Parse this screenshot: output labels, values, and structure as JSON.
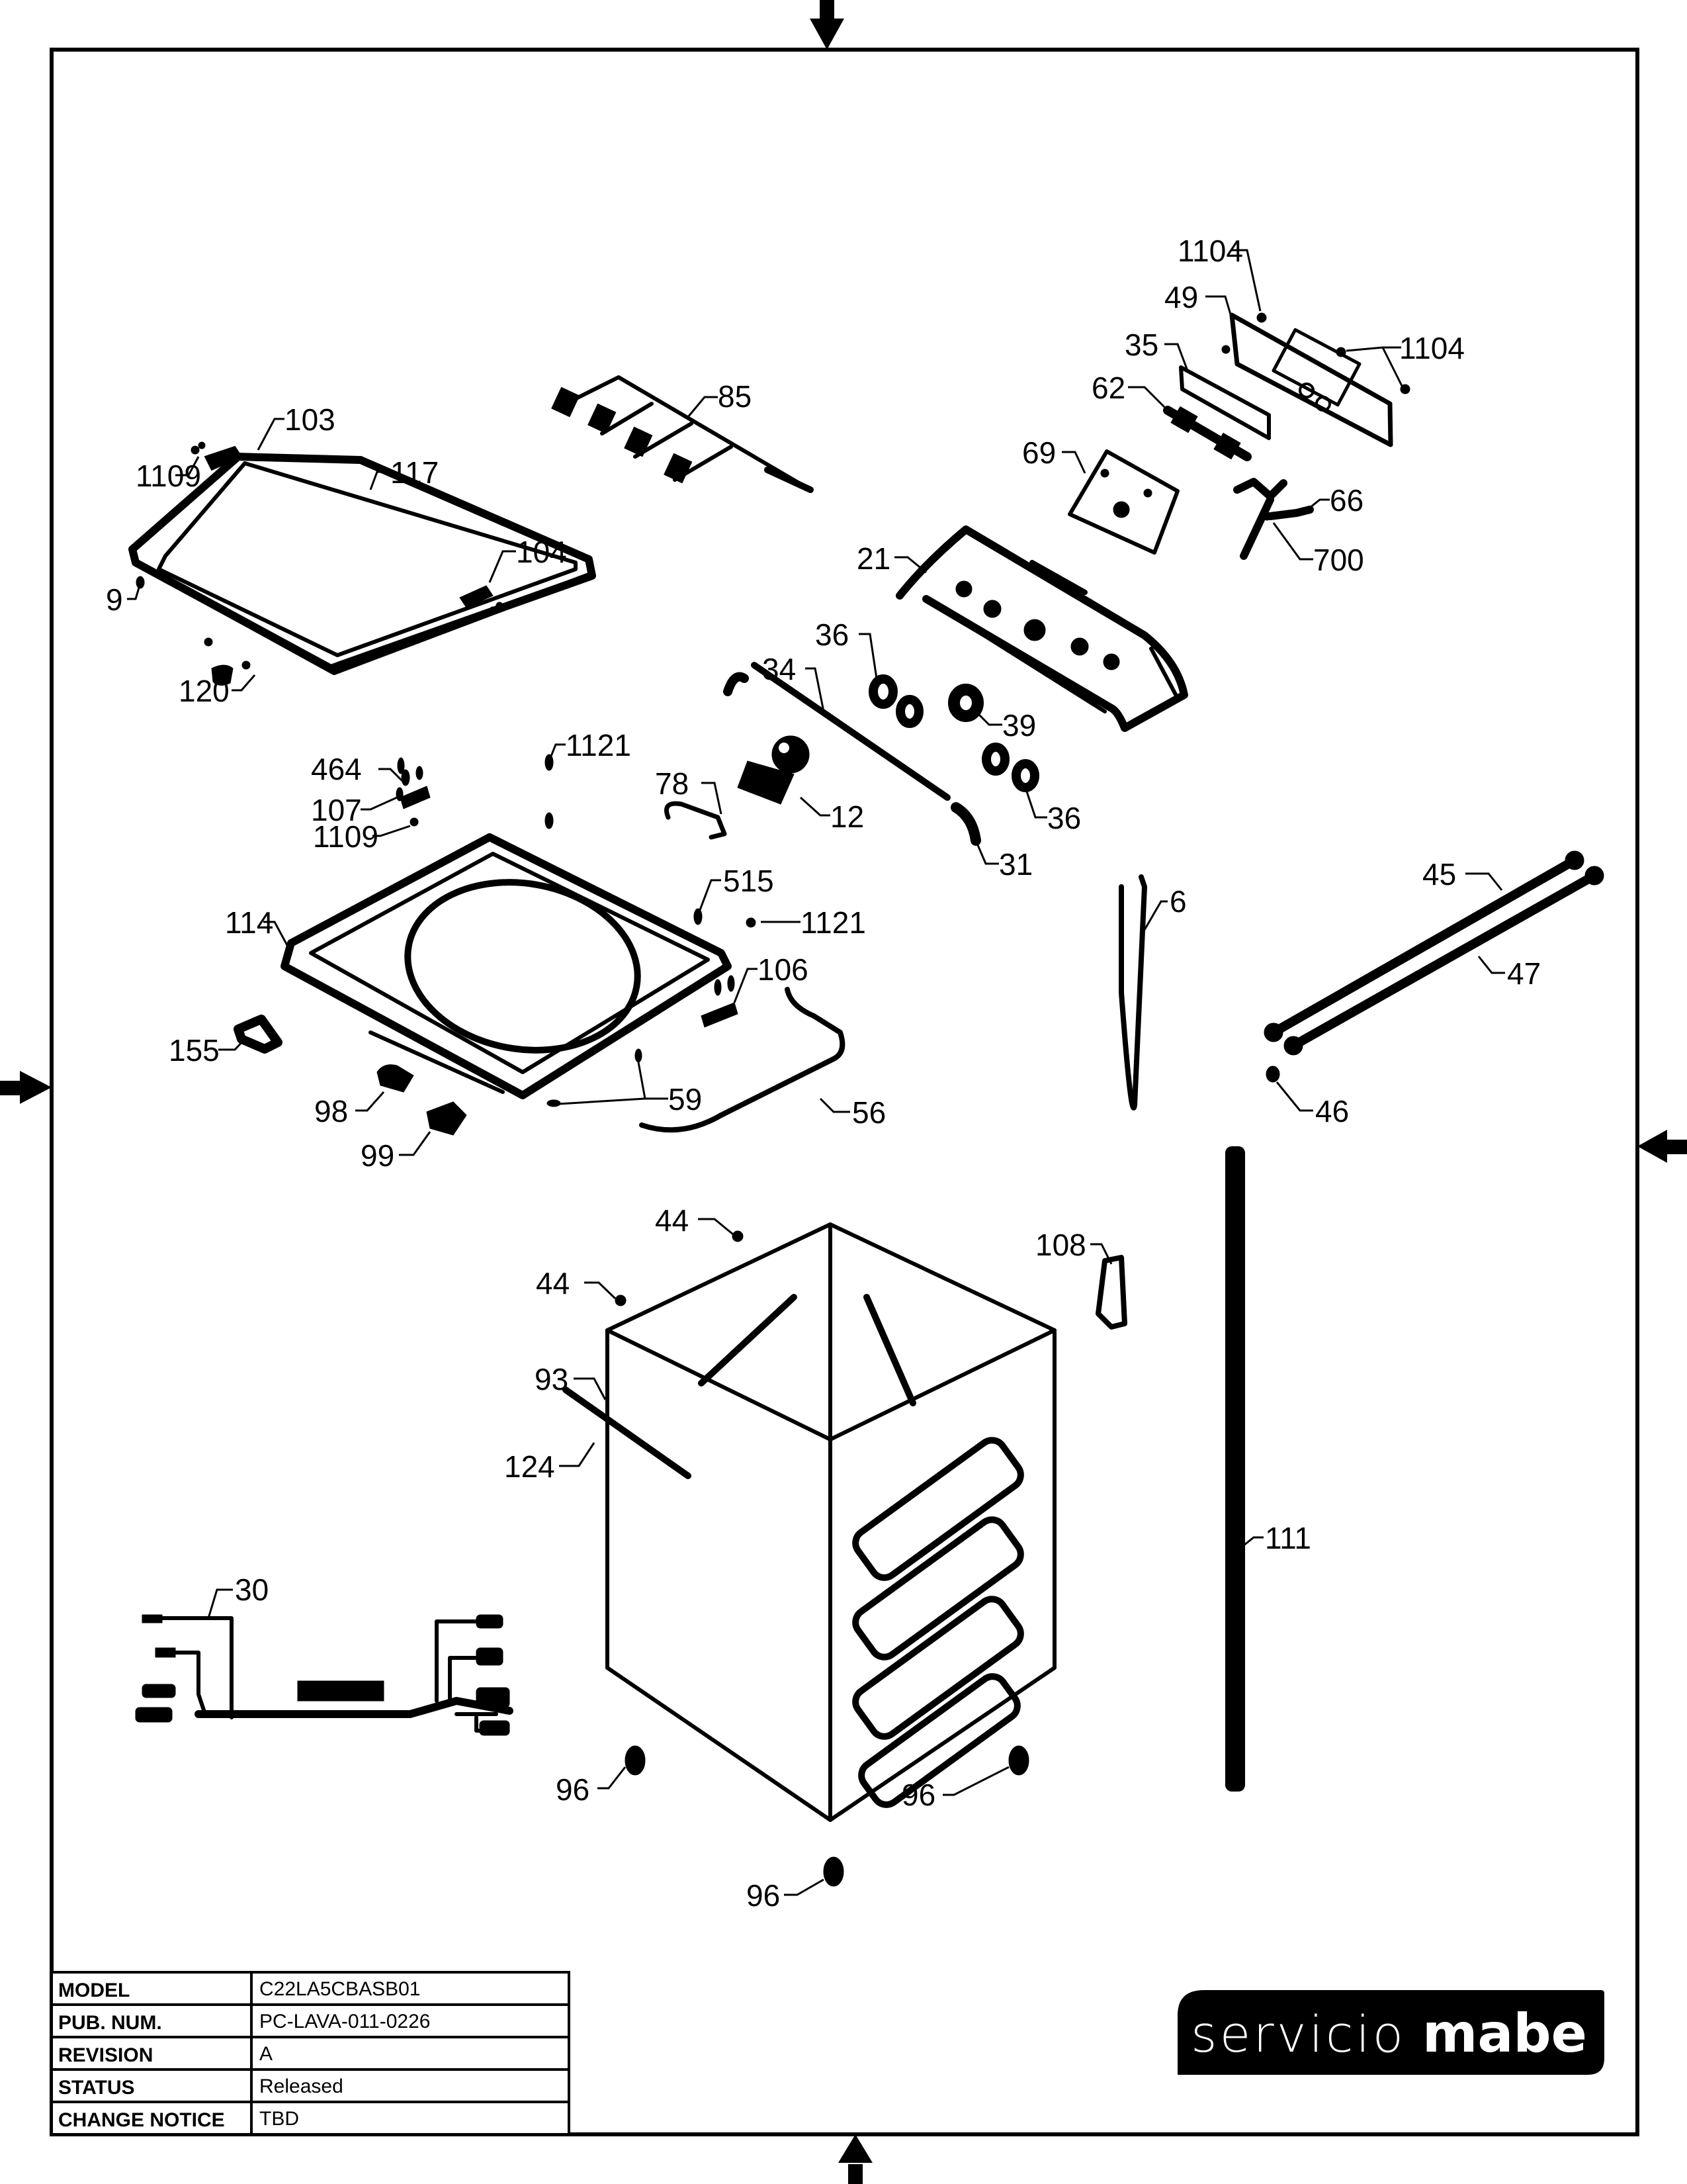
{
  "document": {
    "type": "exploded parts diagram",
    "brand_logo": {
      "light": "servicio",
      "bold": "mabe"
    }
  },
  "title_block": {
    "rows": [
      {
        "label": "MODEL",
        "value": "C22LA5CBASB01"
      },
      {
        "label": "PUB. NUM.",
        "value": "PC-LAVA-011-0226"
      },
      {
        "label": "REVISION",
        "value": "A"
      },
      {
        "label": "STATUS",
        "value": "Released"
      },
      {
        "label": "CHANGE NOTICE",
        "value": "TBD"
      }
    ]
  },
  "frame_markers": [
    "arrow-top",
    "arrow-bottom",
    "arrow-left",
    "arrow-right"
  ],
  "callouts": [
    {
      "id": "c1104a",
      "text": "1104"
    },
    {
      "id": "c49",
      "text": "49"
    },
    {
      "id": "c1104b",
      "text": "1104"
    },
    {
      "id": "c35",
      "text": "35"
    },
    {
      "id": "c62",
      "text": "62"
    },
    {
      "id": "c85",
      "text": "85"
    },
    {
      "id": "c103",
      "text": "103"
    },
    {
      "id": "c1109a",
      "text": "1109"
    },
    {
      "id": "c117",
      "text": "117"
    },
    {
      "id": "c69",
      "text": "69"
    },
    {
      "id": "c66",
      "text": "66"
    },
    {
      "id": "c700",
      "text": "700"
    },
    {
      "id": "c104",
      "text": "104"
    },
    {
      "id": "c9",
      "text": "9"
    },
    {
      "id": "c21",
      "text": "21"
    },
    {
      "id": "c120",
      "text": "120"
    },
    {
      "id": "c36a",
      "text": "36"
    },
    {
      "id": "c34",
      "text": "34"
    },
    {
      "id": "c39",
      "text": "39"
    },
    {
      "id": "c464",
      "text": "464"
    },
    {
      "id": "c1121a",
      "text": "1121"
    },
    {
      "id": "c107",
      "text": "107"
    },
    {
      "id": "c78",
      "text": "78"
    },
    {
      "id": "c12",
      "text": "12"
    },
    {
      "id": "c36b",
      "text": "36"
    },
    {
      "id": "c1109b",
      "text": "1109"
    },
    {
      "id": "c31",
      "text": "31"
    },
    {
      "id": "c515",
      "text": "515"
    },
    {
      "id": "c45",
      "text": "45"
    },
    {
      "id": "c6",
      "text": "6"
    },
    {
      "id": "c114",
      "text": "114"
    },
    {
      "id": "c1121b",
      "text": "1121"
    },
    {
      "id": "c47",
      "text": "47"
    },
    {
      "id": "c106",
      "text": "106"
    },
    {
      "id": "c155",
      "text": "155"
    },
    {
      "id": "c59",
      "text": "59"
    },
    {
      "id": "c98",
      "text": "98"
    },
    {
      "id": "c56",
      "text": "56"
    },
    {
      "id": "c46",
      "text": "46"
    },
    {
      "id": "c99",
      "text": "99"
    },
    {
      "id": "c44a",
      "text": "44"
    },
    {
      "id": "c108",
      "text": "108"
    },
    {
      "id": "c44b",
      "text": "44"
    },
    {
      "id": "c93",
      "text": "93"
    },
    {
      "id": "c124",
      "text": "124"
    },
    {
      "id": "c111",
      "text": "111"
    },
    {
      "id": "c30",
      "text": "30"
    },
    {
      "id": "c96a",
      "text": "96"
    },
    {
      "id": "c96b",
      "text": "96"
    },
    {
      "id": "c96c",
      "text": "96"
    }
  ]
}
